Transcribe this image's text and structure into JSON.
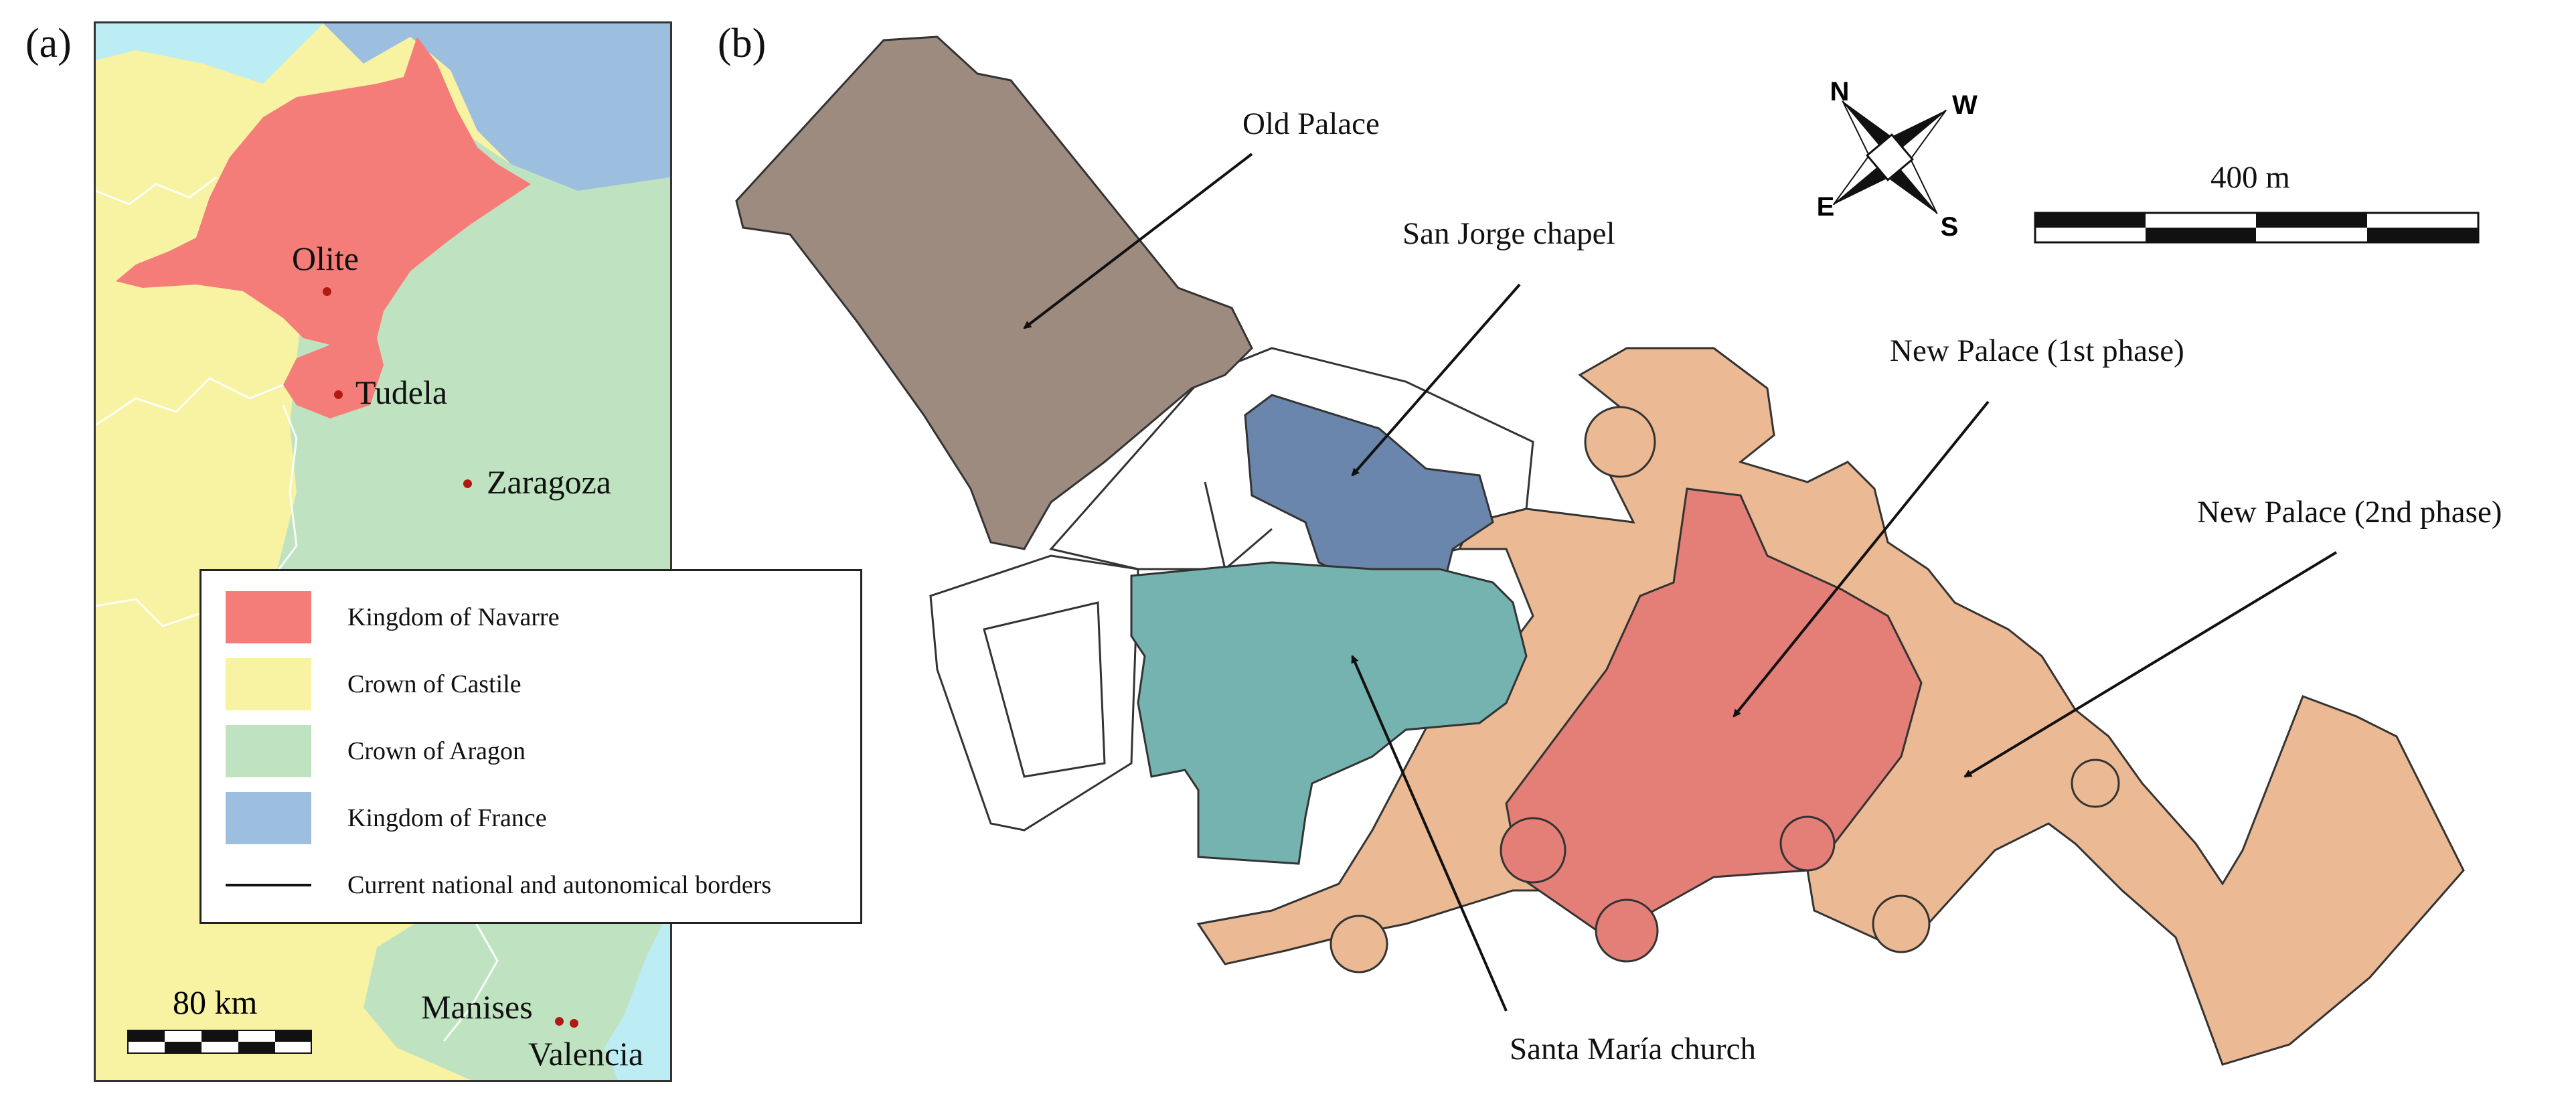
{
  "panels": {
    "a_label": "(a)",
    "b_label": "(b)"
  },
  "colors": {
    "navarre": "#f57d79",
    "castile": "#f7f3a3",
    "aragon": "#bfe3c1",
    "france": "#9dbfdf",
    "sea": "#bcecf4",
    "old_palace": "#9e8b80",
    "san_jorge": "#6a86ad",
    "santa_maria": "#74b3b0",
    "new_palace_1": "#e47f78",
    "new_palace_2": "#ebb993"
  },
  "map_a": {
    "cities": [
      {
        "id": "olite",
        "name": "Olite"
      },
      {
        "id": "tudela",
        "name": "Tudela"
      },
      {
        "id": "zaragoza",
        "name": "Zaragoza"
      },
      {
        "id": "manises",
        "name": "Manises"
      },
      {
        "id": "valencia",
        "name": "Valencia"
      }
    ],
    "legend": [
      {
        "key": "navarre",
        "label": "Kingdom of Navarre"
      },
      {
        "key": "castile",
        "label": "Crown of Castile"
      },
      {
        "key": "aragon",
        "label": "Crown of Aragon"
      },
      {
        "key": "france",
        "label": "Kingdom of France"
      },
      {
        "key": "borders",
        "label": "Current national and autonomical borders"
      }
    ],
    "scale_label": "80 km"
  },
  "map_b": {
    "labels": {
      "old_palace": "Old Palace",
      "san_jorge": "San Jorge chapel",
      "new_palace_1": "New Palace (1st phase)",
      "new_palace_2": "New Palace (2nd phase)",
      "santa_maria": "Santa María church"
    },
    "compass": {
      "n": "N",
      "e": "E",
      "s": "S",
      "w": "W"
    },
    "scale_label": "400 m"
  }
}
